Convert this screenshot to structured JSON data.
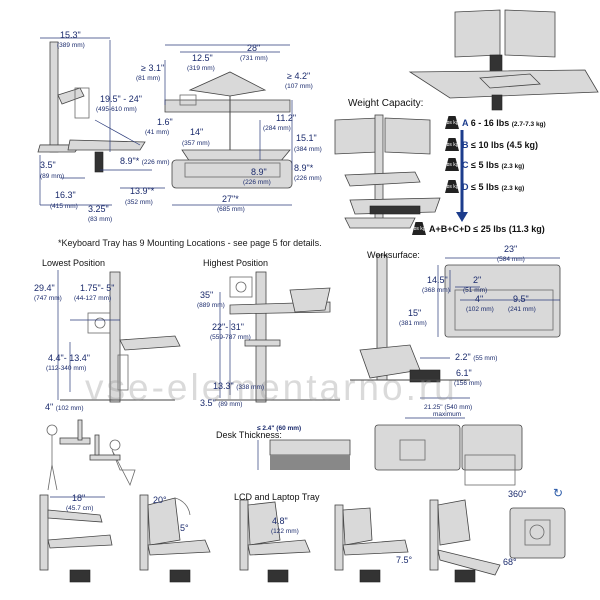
{
  "diagram": {
    "top_dims": {
      "d15_3": "15.3\"",
      "d15_3_mm": "(389 mm)",
      "d19_5_24": "19.5\" - 24\"",
      "d19_5_24_mm": "(495-610 mm)",
      "d3_5": "3.5\"",
      "d3_5_mm": "(89 mm)",
      "d16_3": "16.3\"",
      "d16_3_mm": "(415 mm)",
      "d3_25": "3.25\"",
      "d3_25_mm": "(83 mm)",
      "d8_9a": "8.9\"*",
      "d8_9a_mm": "(226 mm)",
      "d13_9": "13.9\"*",
      "d13_9_mm": "(352 mm)",
      "d12_5": "12.5\"",
      "d12_5_mm": "(319 mm)",
      "d28": "28\"",
      "d28_mm": "(731 mm)",
      "d3_1": "≥ 3.1\"",
      "d3_1_mm": "(81 mm)",
      "d4_2": "≥ 4.2\"",
      "d4_2_mm": "(107 mm)",
      "d1_6": "1.6\"",
      "d1_6_mm": "(41 mm)",
      "d14": "14\"",
      "d14_mm": "(357 mm)",
      "d11_2": "11.2\"",
      "d11_2_mm": "(284 mm)",
      "d15_1": "15.1\"",
      "d15_1_mm": "(384 mm)",
      "d8_9b": "8.9\"",
      "d8_9b_mm": "(226 mm)",
      "d8_9c": "8.9\"*",
      "d8_9c_mm": "(226 mm)",
      "d27": "27\"*",
      "d27_mm": "(685 mm)"
    },
    "weight": {
      "title": "Weight Capacity:",
      "items": [
        {
          "letter": "A",
          "text": "6 - 16 lbs",
          "kg": "(2.7-7.3 kg)"
        },
        {
          "letter": "B",
          "text": "≤ 10 lbs (4.5 kg)",
          "kg": ""
        },
        {
          "letter": "C",
          "text": "≤ 5 lbs",
          "kg": "(2.3 kg)"
        },
        {
          "letter": "D",
          "text": "≤ 5 lbs",
          "kg": "(2.3 kg)"
        }
      ],
      "total": "A+B+C+D ≤ 25 lbs (11.3 kg)",
      "badge": "lbs kg"
    },
    "note": "*Keyboard Tray has 9 Mounting Locations - see page 5 for details.",
    "lowest": {
      "title": "Lowest Position",
      "d29_4": "29.4\"",
      "d29_4_mm": "(747 mm)",
      "d1_75": "1.75\"- 5\"",
      "d1_75_mm": "(44-127 mm)",
      "d4_4": "4.4\"- 13.4\"",
      "d4_4_mm": "(112-340 mm)",
      "d4": "4\"",
      "d4_mm": "(102 mm)"
    },
    "highest": {
      "title": "Highest Position",
      "d35": "35\"",
      "d35_mm": "(889 mm)",
      "d22": "22\"- 31\"",
      "d22_mm": "(559-787 mm)",
      "d13_3": "13.3\"",
      "d13_3_mm": "(338 mm)",
      "d3_5": "3.5\"",
      "d3_5_mm": "(89 mm)"
    },
    "worksurface": {
      "title": "Worksurface:",
      "d23": "23\"",
      "d23_mm": "(584 mm)",
      "d14_5": "14.5\"",
      "d14_5_mm": "(368 mm)",
      "d2": "2\"",
      "d2_mm": "(51 mm)",
      "d15": "15\"",
      "d15_mm": "(381 mm)",
      "d4": "4\"",
      "d4_mm": "(102 mm)",
      "d9_5": "9.5\"",
      "d9_5_mm": "(241 mm)",
      "d2_2": "2.2\"",
      "d2_2_mm": "(55 mm)",
      "d6_1": "6.1\"",
      "d6_1_mm": "(156 mm)",
      "d21_25": "21.25\" (540 mm)",
      "max": "maximum"
    },
    "desk": {
      "label": "Desk Thickness:",
      "value": "≤ 2.4\" (60 mm)"
    },
    "bottom": {
      "d18": "18\"",
      "d18_mm": "(45.7 cm)",
      "d20": "20°",
      "d5": "5°",
      "lcd": "LCD and Laptop Tray",
      "d4_8": "4.8\"",
      "d4_8_mm": "(122 mm)",
      "d7_5": "7.5°",
      "d68": "68°",
      "d360": "360°"
    },
    "watermark": "vse-elementarno.ru"
  }
}
